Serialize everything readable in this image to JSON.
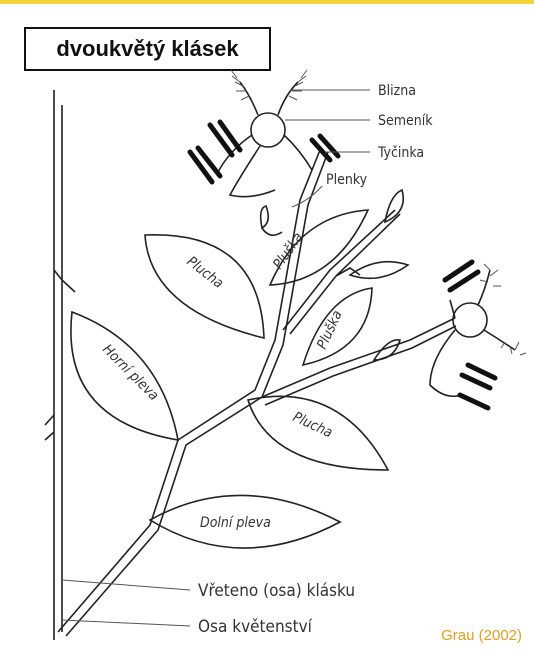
{
  "title": "dvoukvětý klásek",
  "credit": "Grau (2002)",
  "colors": {
    "accent_bar": "#f3d53a",
    "credit_text": "#e0a020",
    "line": "#222222"
  },
  "labels": {
    "blizna": "Blizna",
    "semenik": "Semeník",
    "tycinka": "Tyčinka",
    "plenky": "Plenky",
    "pluska_upper": "Pluška",
    "pluska_lower": "Pluška",
    "plucha_upper": "Plucha",
    "plucha_lower": "Plucha",
    "horni_pleva": "Horní pleva",
    "dolni_pleva": "Dolní pleva",
    "vreteno": "Vřeteno (osa) klásku",
    "osa": "Osa květenství"
  }
}
